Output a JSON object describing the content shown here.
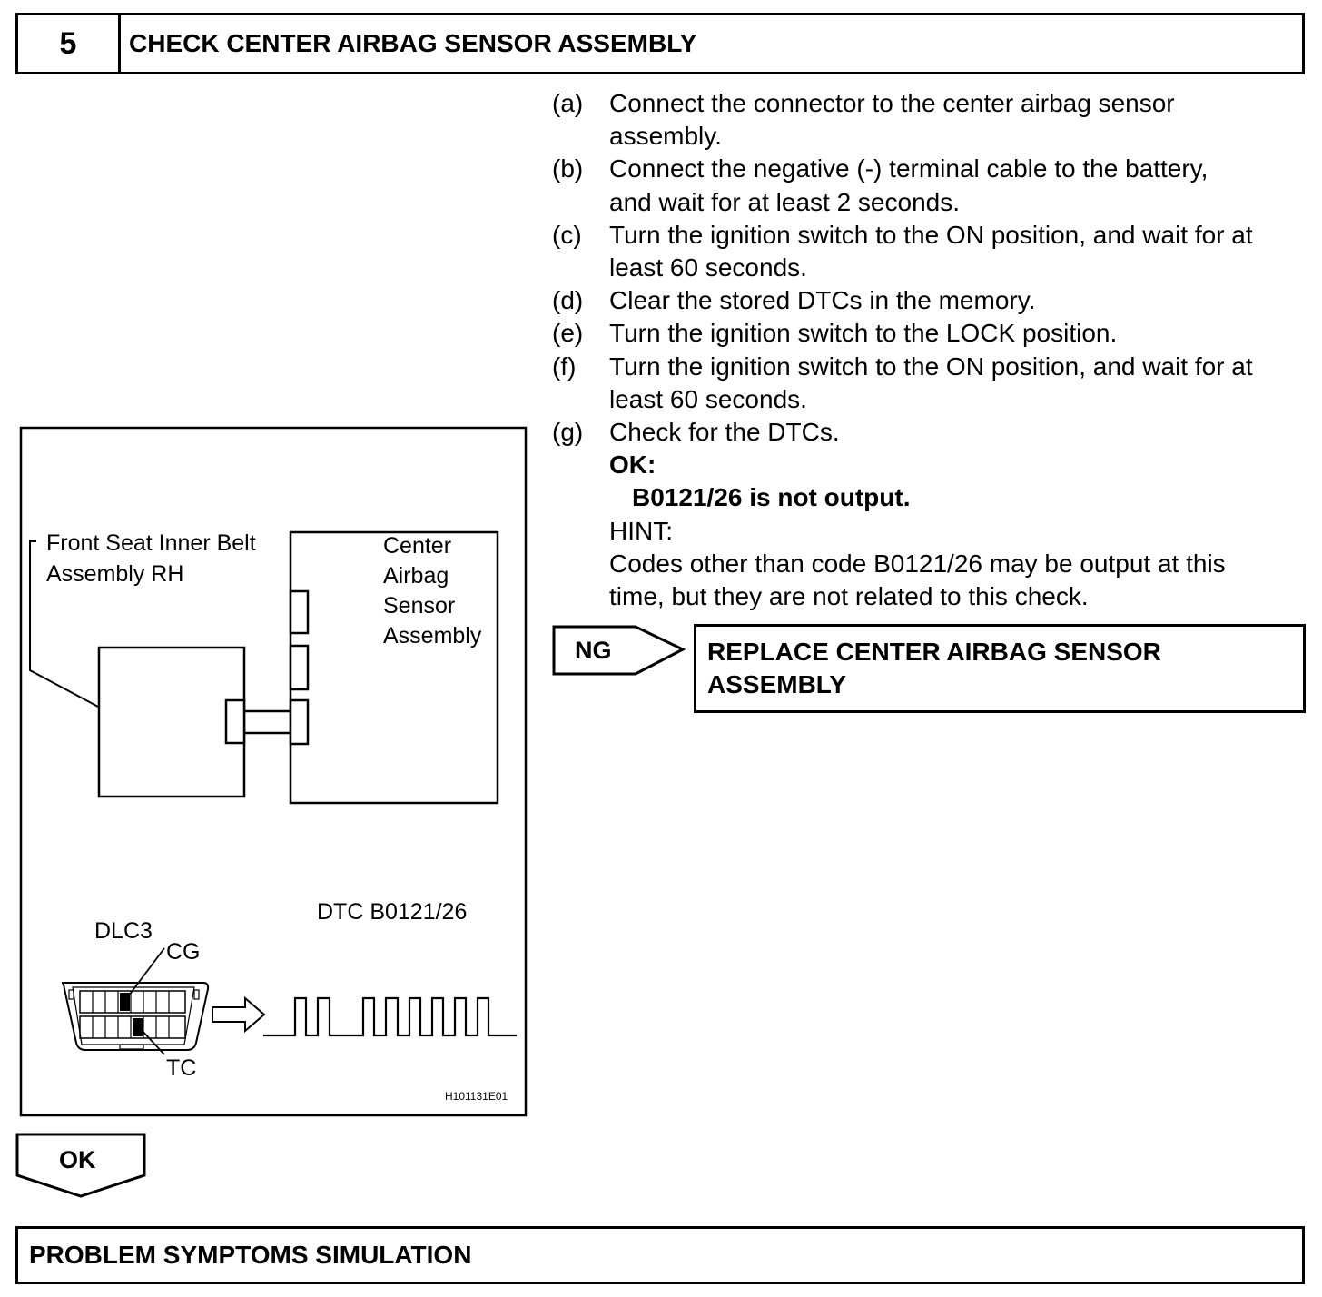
{
  "step": {
    "number": "5",
    "title": "CHECK CENTER AIRBAG SENSOR ASSEMBLY"
  },
  "instructions": [
    {
      "label": "(a)",
      "lines": [
        "Connect the connector to the center airbag sensor",
        "assembly."
      ]
    },
    {
      "label": "(b)",
      "lines": [
        "Connect the negative (-) terminal cable to the battery,",
        "and wait for at least 2 seconds."
      ]
    },
    {
      "label": "(c)",
      "lines": [
        "Turn the ignition switch to the ON position, and wait for at",
        "least 60 seconds."
      ]
    },
    {
      "label": "(d)",
      "lines": [
        "Clear the stored DTCs in the memory."
      ]
    },
    {
      "label": "(e)",
      "lines": [
        "Turn the ignition switch to the LOCK position."
      ]
    },
    {
      "label": "(f)",
      "lines": [
        "Turn the ignition switch to the ON position, and wait for at",
        "least 60 seconds."
      ]
    },
    {
      "label": "(g)",
      "lines": [
        "Check for the DTCs."
      ]
    }
  ],
  "ok_heading": "OK:",
  "ok_value": "B0121/26 is not output.",
  "hint_label": "HINT:",
  "hint_lines": [
    "Codes other than code B0121/26 may be output at this",
    "time, but they are not related to this check."
  ],
  "ng": {
    "label": "NG",
    "action_lines": [
      "REPLACE CENTER AIRBAG SENSOR",
      "ASSEMBLY"
    ]
  },
  "ok_arrow": {
    "label": "OK"
  },
  "next_step": "PROBLEM SYMPTOMS SIMULATION",
  "figure": {
    "belt_label_lines": [
      "Front Seat Inner Belt",
      "Assembly RH"
    ],
    "sensor_label_lines": [
      "Center",
      "Airbag",
      "Sensor",
      "Assembly"
    ],
    "dtc_label": "DTC B0121/26",
    "dlc_label": "DLC3",
    "cg_label": "CG",
    "tc_label": "TC",
    "figure_code": "H101131E01"
  }
}
